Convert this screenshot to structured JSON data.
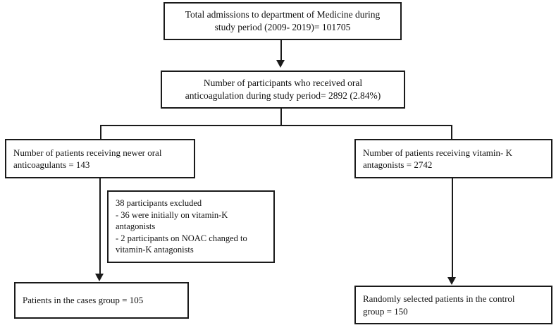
{
  "diagram": {
    "title": "Study participant flow diagram",
    "line_color": "#1a1a1a",
    "background_color": "#ffffff",
    "nodes": {
      "total_admissions": {
        "label": "Total admissions to department of Medicine during\nstudy period (2009- 2019)= 101705",
        "value": 101705,
        "period": "2009- 2019"
      },
      "oral_anticoagulation": {
        "label": "Number of participants who received oral\nanticoagulation during study period= 2892 (2.84%)",
        "value": 2892,
        "percent": "2.84%"
      },
      "newer_oral_anticoagulants": {
        "label": "Number of patients receiving newer oral\nanticoagulants = 143",
        "value": 143
      },
      "vitamin_k_antagonists": {
        "label": "Number of patients receiving vitamin- K\nantagonists = 2742",
        "value": 2742
      },
      "excluded": {
        "label": "38 participants excluded\n- 36  were initially on vitamin-K\n   antagonists\n- 2  participants on NOAC changed to\nvitamin-K antagonists",
        "value": 38
      },
      "cases_group": {
        "label": "Patients in the cases group = 105",
        "value": 105
      },
      "control_group": {
        "label": "Randomly selected patients in the control\ngroup = 150",
        "value": 150
      }
    },
    "edges": [
      {
        "from": "total_admissions",
        "to": "oral_anticoagulation",
        "style": "arrow-down"
      },
      {
        "from": "oral_anticoagulation",
        "to": "newer_oral_anticoagulants",
        "style": "split-left"
      },
      {
        "from": "oral_anticoagulation",
        "to": "vitamin_k_antagonists",
        "style": "split-right"
      },
      {
        "from": "newer_oral_anticoagulants",
        "to": "cases_group",
        "style": "arrow-down"
      },
      {
        "from": "vitamin_k_antagonists",
        "to": "control_group",
        "style": "arrow-down"
      }
    ]
  }
}
